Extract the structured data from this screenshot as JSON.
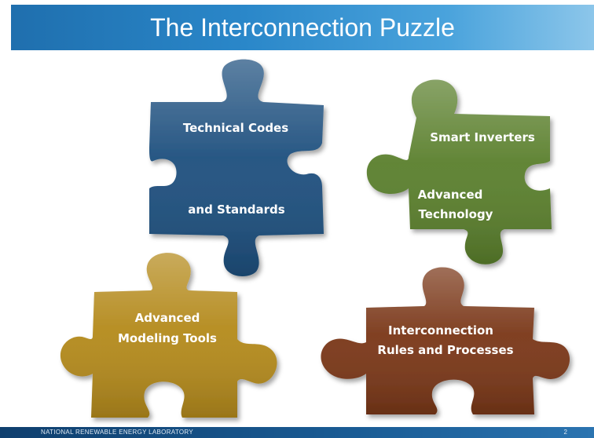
{
  "slide": {
    "title": "The Interconnection Puzzle",
    "footer": "NATIONAL RENEWABLE ENERGY LABORATORY",
    "page_number": "2"
  },
  "pieces": {
    "technical": {
      "line1": "Technical Codes",
      "line2": "and Standards",
      "color": "#1d4f7e"
    },
    "smart": {
      "line1": "Smart Inverters",
      "line2": "Advanced",
      "line3": "Technology",
      "color": "#5a7f2c"
    },
    "modeling": {
      "line1": "Advanced",
      "line2": "Modeling Tools",
      "color": "#b48a1c"
    },
    "rules": {
      "line1": "Interconnection",
      "line2": "Rules and Processes",
      "color": "#7a3718"
    }
  }
}
